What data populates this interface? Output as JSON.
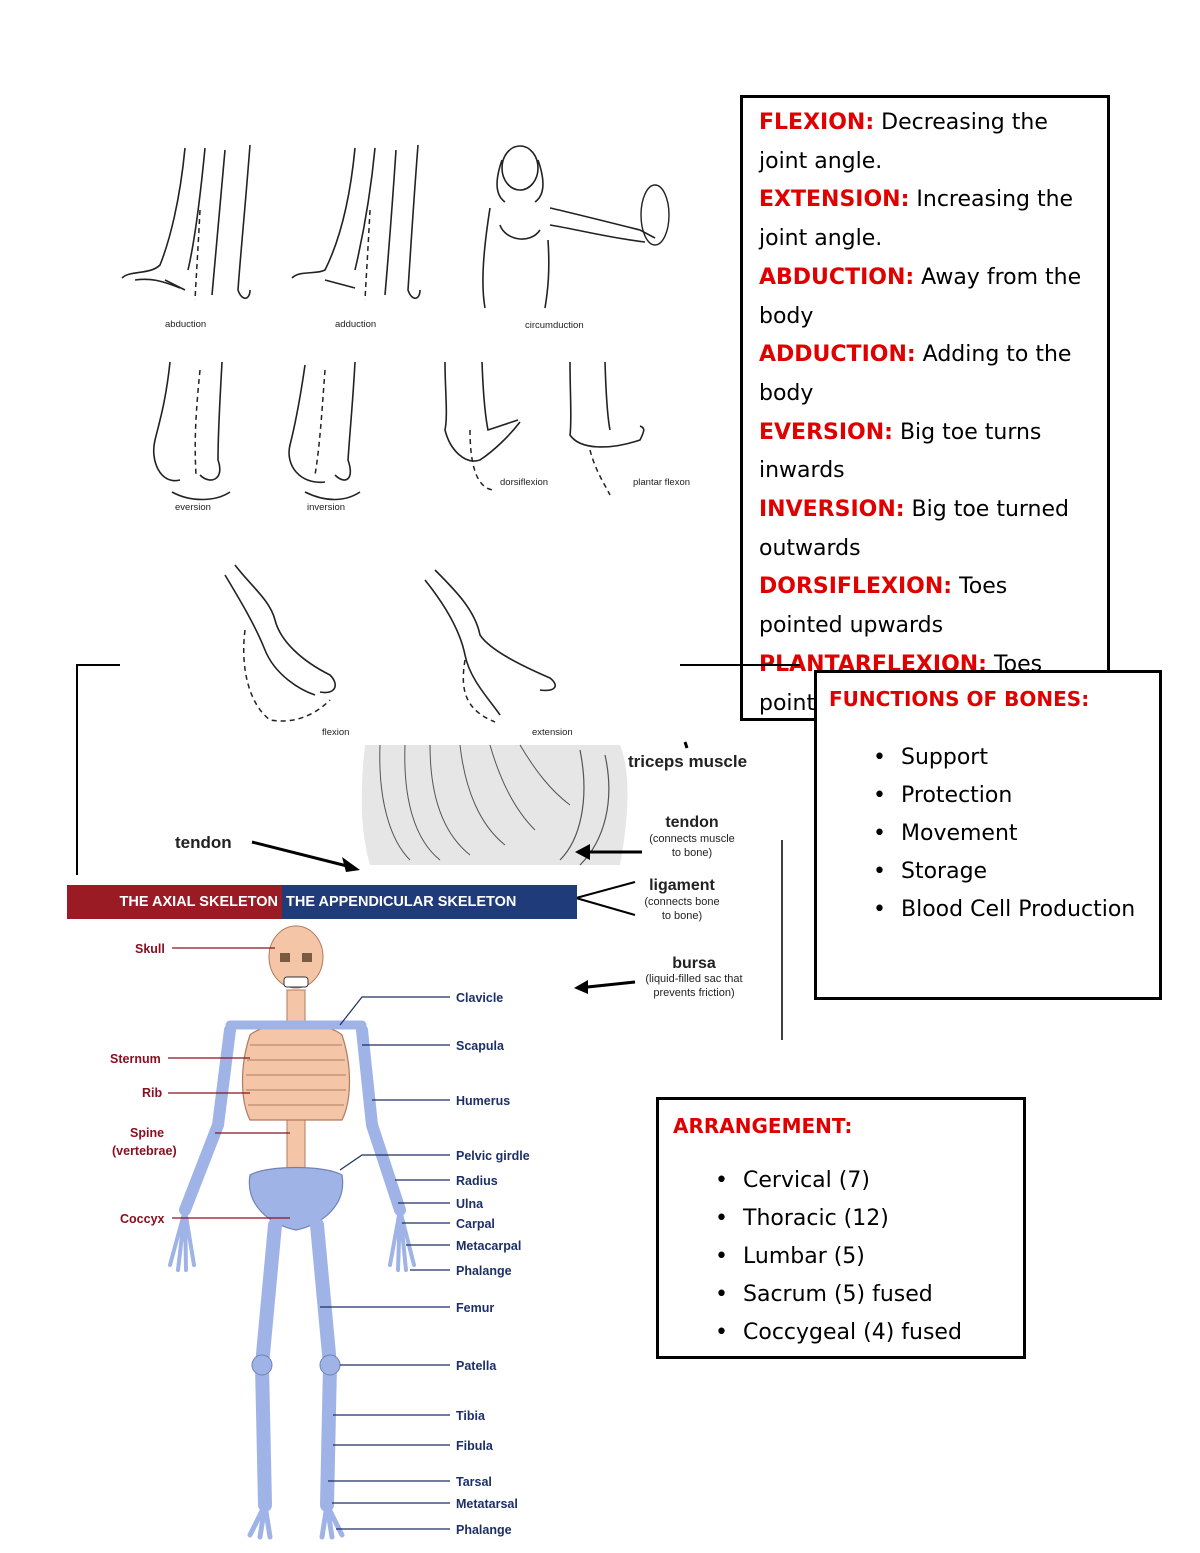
{
  "movements_figure": {
    "labels": [
      "abduction",
      "adduction",
      "circumduction",
      "eversion",
      "inversion",
      "dorsiflexion",
      "plantar flexon",
      "flexion",
      "extension"
    ]
  },
  "definitions": [
    {
      "term": "FLEXION:",
      "text": "Decreasing the joint angle."
    },
    {
      "term": "EXTENSION:",
      "text": "Increasing the joint angle."
    },
    {
      "term": "ABDUCTION:",
      "text": "Away from the body"
    },
    {
      "term": "ADDUCTION:",
      "text": "Adding to the body"
    },
    {
      "term": "EVERSION:",
      "text": "Big toe turns inwards"
    },
    {
      "term": "INVERSION:",
      "text": "Big toe turned outwards"
    },
    {
      "term": "DORSIFLEXION:",
      "text": "Toes pointed upwards"
    },
    {
      "term": "PLANTARFLEXION:",
      "text": "Toes point"
    }
  ],
  "functions": {
    "title": "FUNCTIONS OF BONES:",
    "items": [
      "Support",
      "Protection",
      "Movement",
      "Storage",
      "Blood Cell Production"
    ]
  },
  "arrangement": {
    "title": "ARRANGEMENT:",
    "items": [
      "Cervical (7)",
      "Thoracic (12)",
      "Lumbar (5)",
      "Sacrum (5) fused",
      "Coccygeal (4) fused"
    ]
  },
  "elbow_figure": {
    "triceps": "triceps muscle",
    "tendon_left": "tendon",
    "tendon_right": "tendon",
    "tendon_desc_1": "(connects muscle",
    "tendon_desc_2": "to bone)",
    "ligament": "ligament",
    "ligament_desc_1": "(connects bone",
    "ligament_desc_2": "to bone)",
    "bursa": "bursa",
    "bursa_desc_1": "(liquid-filled sac that",
    "bursa_desc_2": "prevents friction)"
  },
  "skeleton_banner": {
    "axial": "THE AXIAL SKELETON",
    "appendicular": "THE APPENDICULAR SKELETON"
  },
  "skeleton_labels": {
    "left": [
      "Skull",
      "Sternum",
      "Rib",
      "Spine",
      "(vertebrae)",
      "Coccyx"
    ],
    "right": [
      "Clavicle",
      "Scapula",
      "Humerus",
      "Pelvic girdle",
      "Radius",
      "Ulna",
      "Carpal",
      "Metacarpal",
      "Phalange",
      "Femur",
      "Patella",
      "Tibia",
      "Fibula",
      "Tarsal",
      "Metatarsal",
      "Phalange"
    ]
  },
  "colors": {
    "term_red": "#e00000",
    "axial_banner": "#9b1b24",
    "appendicular_banner": "#1f3b7a",
    "bone_blue": "#9fb3e6",
    "bone_peach": "#f5c5a8"
  }
}
